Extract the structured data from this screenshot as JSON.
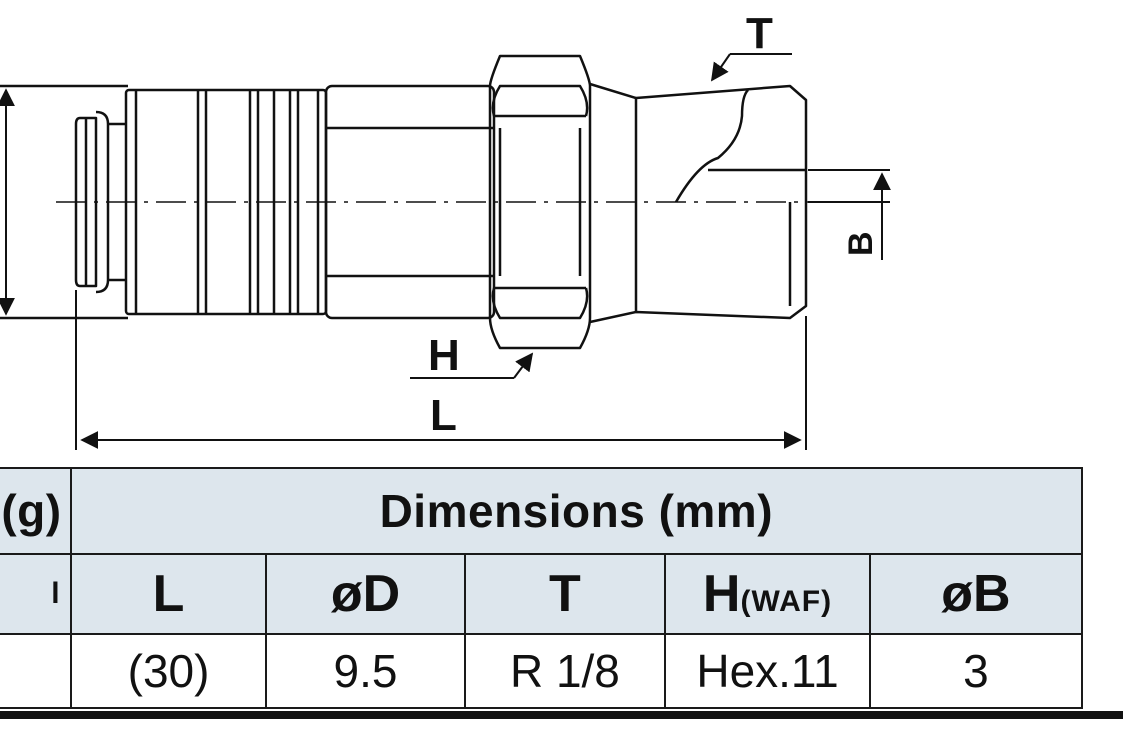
{
  "drawing": {
    "labels": {
      "T": "T",
      "H": "H",
      "L": "L",
      "B": "B"
    }
  },
  "table": {
    "mass_header": "s (g)",
    "dimensions_header": "Dimensions (mm)",
    "mass_subheader_fragment": "l",
    "columns": [
      {
        "key": "L",
        "label": "L",
        "suffix": ""
      },
      {
        "key": "D",
        "label": "øD",
        "suffix": ""
      },
      {
        "key": "T",
        "label": "T",
        "suffix": ""
      },
      {
        "key": "H",
        "label": "H",
        "suffix": "(WAF)"
      },
      {
        "key": "B",
        "label": "øB",
        "suffix": ""
      }
    ],
    "values": {
      "mass": "",
      "L": "(30)",
      "D": "9.5",
      "T": "R 1/8",
      "H": "Hex.11",
      "B": "3"
    }
  }
}
